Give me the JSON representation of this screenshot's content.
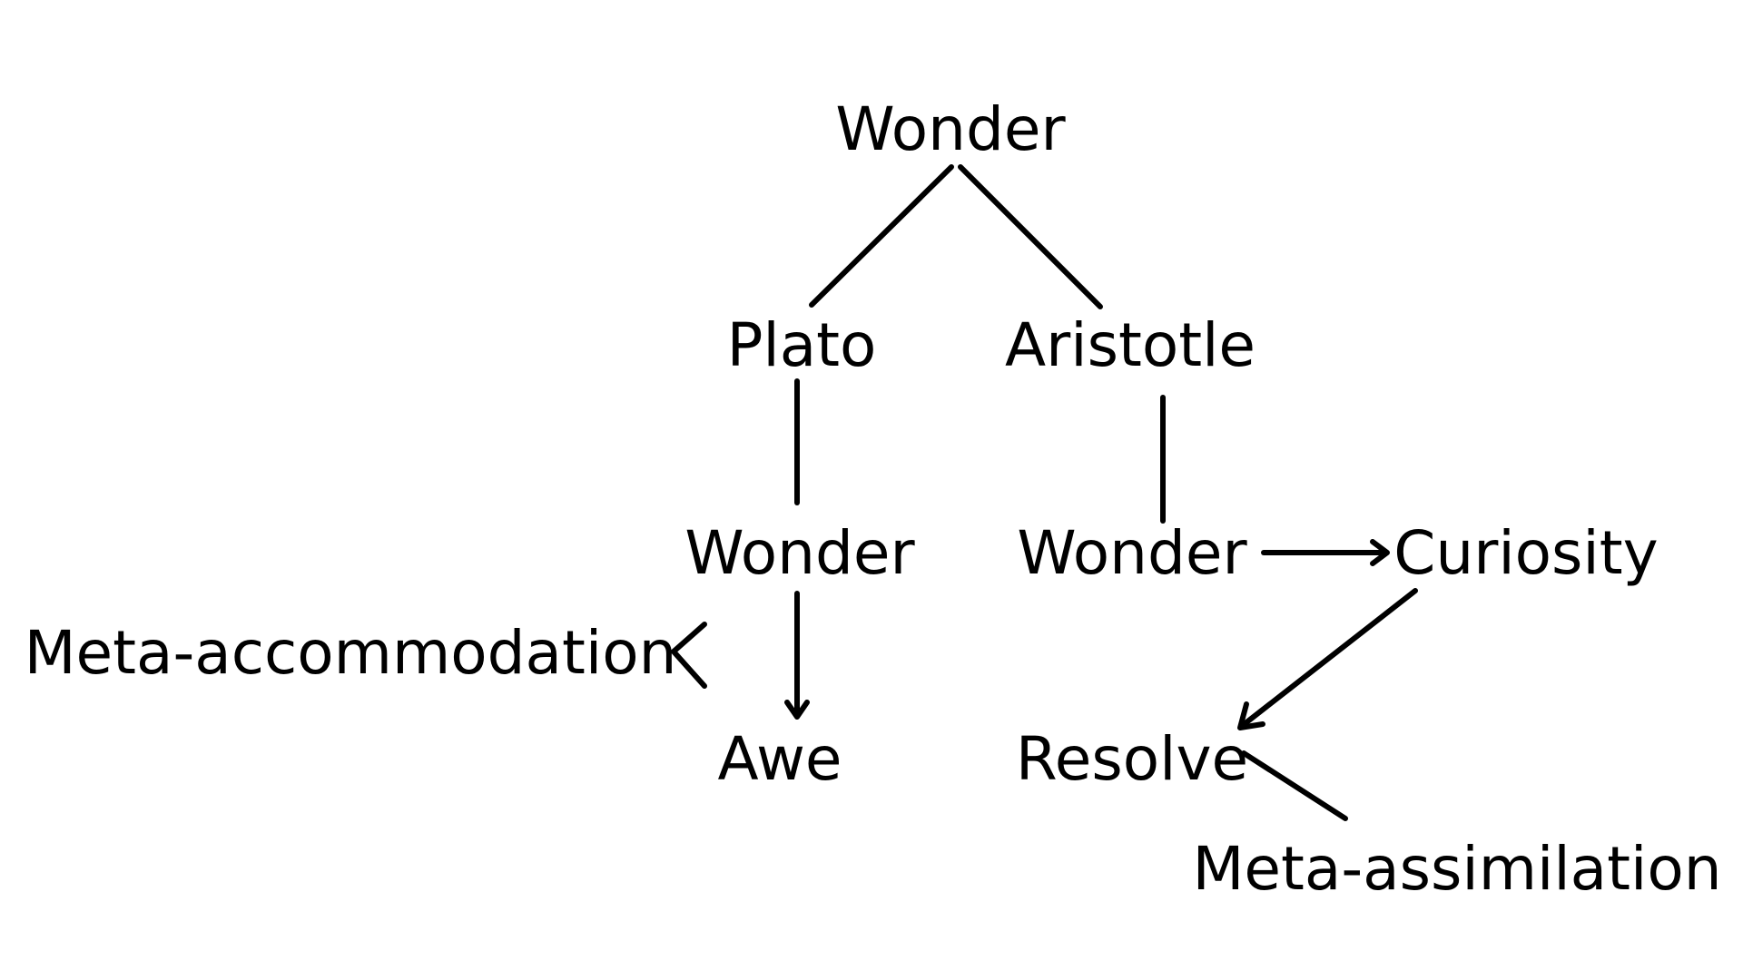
{
  "diagram": {
    "nodes": {
      "wonder_root": "Wonder",
      "plato": "Plato",
      "aristotle": "Aristotle",
      "wonder_plato": "Wonder",
      "wonder_aristotle": "Wonder",
      "curiosity": "Curiosity",
      "meta_accommodation": "Meta-accommodation",
      "awe": "Awe",
      "resolve": "Resolve",
      "meta_assimilation": "Meta-assimilation"
    },
    "edges": [
      {
        "from": "wonder_root",
        "to": "plato",
        "directed": false
      },
      {
        "from": "wonder_root",
        "to": "aristotle",
        "directed": false
      },
      {
        "from": "plato",
        "to": "wonder_plato",
        "directed": false
      },
      {
        "from": "aristotle",
        "to": "wonder_aristotle",
        "directed": false
      },
      {
        "from": "wonder_aristotle",
        "to": "curiosity",
        "directed": true
      },
      {
        "from": "wonder_plato",
        "to": "awe",
        "directed": true
      },
      {
        "from": "curiosity",
        "to": "resolve",
        "directed": true
      },
      {
        "from": "resolve",
        "to": "meta_assimilation",
        "directed": false
      },
      {
        "from": "wonder_plato",
        "to": "meta_accommodation",
        "directed": true
      }
    ],
    "stroke_color": "#000000"
  }
}
